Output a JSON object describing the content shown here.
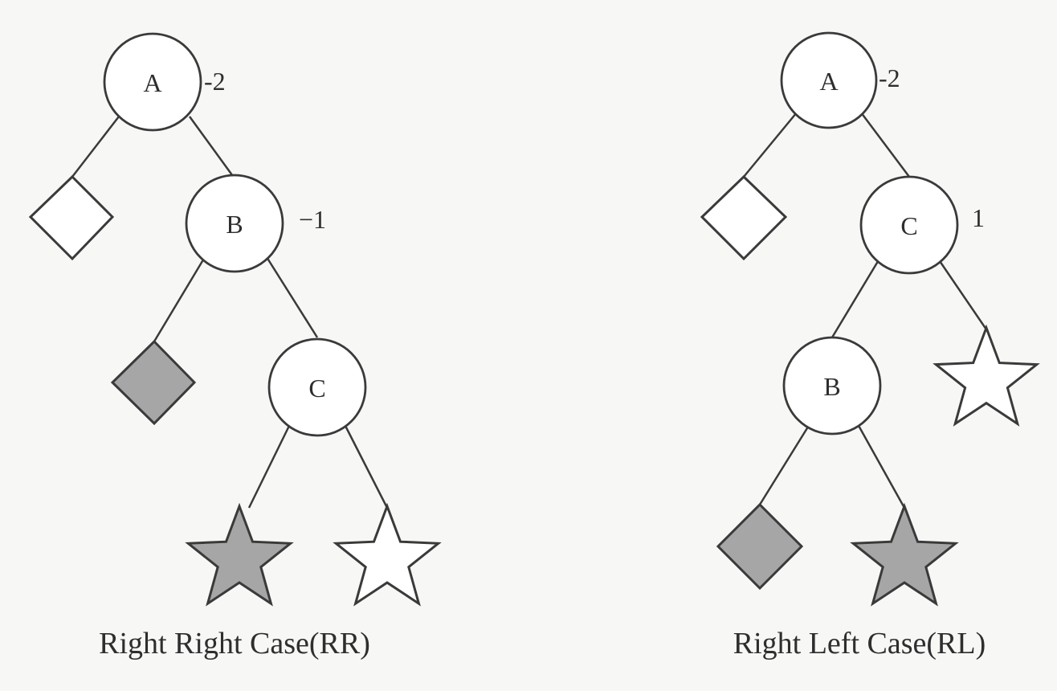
{
  "colors": {
    "background": "#f7f7f6",
    "stroke": "#3a3a3a",
    "hollow_fill": "#ffffff",
    "shaded_fill": "#a6a6a6"
  },
  "diagrams": [
    {
      "caption": "Right Right Case(RR)",
      "nodes": [
        {
          "label": "A",
          "factor": "-2"
        },
        {
          "label": "B",
          "factor": "−1"
        },
        {
          "label": "C",
          "factor": ""
        }
      ],
      "subtrees": [
        {
          "shape": "diamond",
          "fill": "hollow"
        },
        {
          "shape": "diamond",
          "fill": "shaded"
        },
        {
          "shape": "star",
          "fill": "shaded"
        },
        {
          "shape": "star",
          "fill": "hollow"
        }
      ]
    },
    {
      "caption": "Right Left Case(RL)",
      "nodes": [
        {
          "label": "A",
          "factor": "-2"
        },
        {
          "label": "C",
          "factor": "1"
        },
        {
          "label": "B",
          "factor": ""
        }
      ],
      "subtrees": [
        {
          "shape": "diamond",
          "fill": "hollow"
        },
        {
          "shape": "star",
          "fill": "hollow"
        },
        {
          "shape": "diamond",
          "fill": "shaded"
        },
        {
          "shape": "star",
          "fill": "shaded"
        }
      ]
    }
  ]
}
